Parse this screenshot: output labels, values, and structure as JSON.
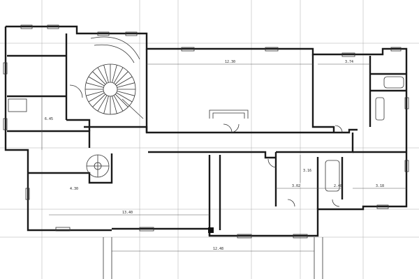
{
  "dimensions": {
    "d1": "12.30",
    "d2": "3.74",
    "d3": "6.45",
    "d4": "4.30",
    "d5": "13.40",
    "d6": "3.02",
    "d7": "3.16",
    "d8": "2.48",
    "d9": "3.18",
    "d10": "12.48"
  }
}
